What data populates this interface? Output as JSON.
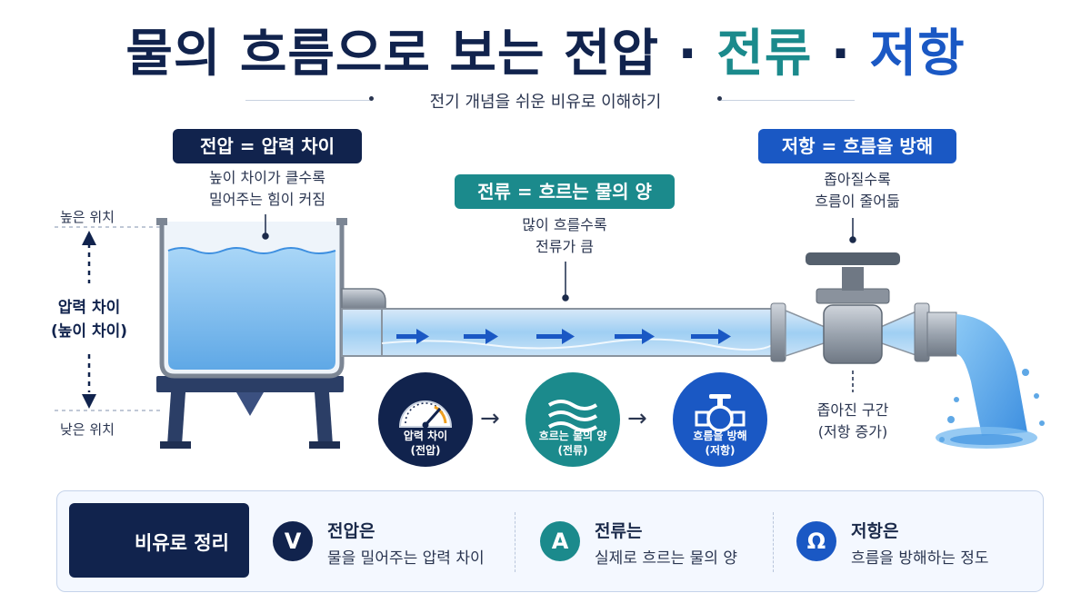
{
  "title": {
    "part1": "물의 흐름으로 보는 전압",
    "sep": "·",
    "part2": "전류",
    "part3": "저항"
  },
  "subtitle": "전기 개념을 쉬운 비유로 이해하기",
  "voltage": {
    "tag": "전압 = 압력 차이",
    "desc1": "높이 차이가 클수록",
    "desc2": "밀어주는 힘이 커짐"
  },
  "current": {
    "tag": "전류 = 흐르는 물의 양",
    "desc1": "많이 흐를수록",
    "desc2": "전류가 큼"
  },
  "resistance": {
    "tag": "저항 = 흐름을 방해",
    "desc1": "좁아질수록",
    "desc2": "흐름이 줄어듦"
  },
  "height": {
    "high": "높은 위치",
    "low": "낮은 위치",
    "diff1": "압력 차이",
    "diff2": "(높이 차이)"
  },
  "narrow": {
    "line1": "좁아진 구간",
    "line2": "(저항 증가)"
  },
  "flow": {
    "c1_line1": "압력 차이",
    "c1_line2": "(전압)",
    "c2_line1": "흐르는 물의 양",
    "c2_line2": "(전류)",
    "c3_line1": "흐름을 방해",
    "c3_line2": "(저항)",
    "arrow": "→"
  },
  "summary": {
    "label": "비유로 정리",
    "v_badge": "V",
    "v_head": "전압은",
    "v_text": "물을 밀어주는 압력 차이",
    "a_badge": "A",
    "a_head": "전류는",
    "a_text": "실제로 흐르는 물의 양",
    "o_badge": "Ω",
    "o_head": "저항은",
    "o_text": "흐름을 방해하는 정도"
  },
  "colors": {
    "navy": "#11234d",
    "teal": "#1b8a8c",
    "blue": "#1a58c4",
    "water": "#8cc6f2"
  }
}
